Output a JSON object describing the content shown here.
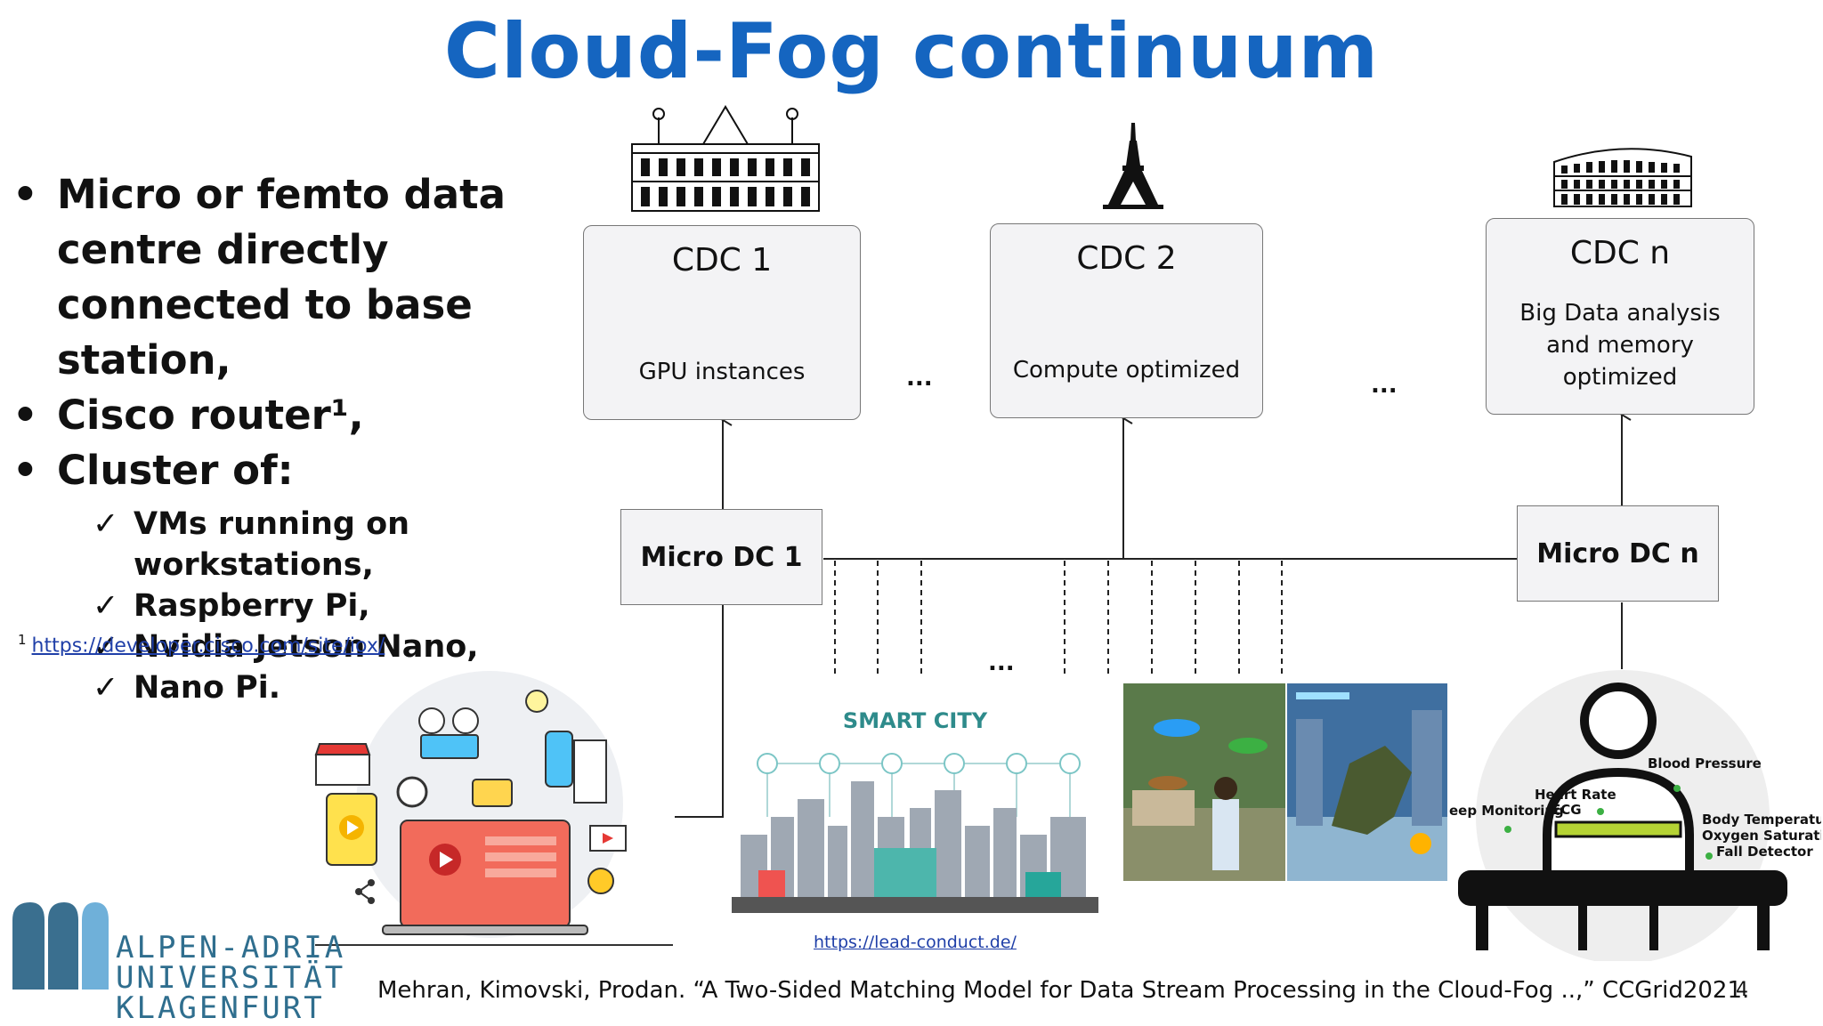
{
  "title": "Cloud-Fog continuum",
  "bullets": [
    {
      "text": "Micro or femto data centre directly connected to base station,"
    },
    {
      "text": "Cisco router¹,"
    },
    {
      "text": "Cluster of:"
    }
  ],
  "bullet_symbol": "•",
  "check_symbol": "✓",
  "checks": [
    "VMs running on workstations,",
    "Raspberry Pi,",
    "Nvidia Jetson Nano,",
    "Nano Pi."
  ],
  "footnote": {
    "marker": "1",
    "url": "https://developer.cisco.com/site/iox/"
  },
  "cdc": [
    {
      "title": "CDC 1",
      "desc": "GPU instances"
    },
    {
      "title": "CDC 2",
      "desc": "Compute optimized"
    },
    {
      "title": "CDC n",
      "desc": "Big Data analysis and memory optimized"
    }
  ],
  "micro": [
    "Micro DC 1",
    "Micro DC n"
  ],
  "ellipsis": "...",
  "smart_city": {
    "label": "SMART CITY"
  },
  "health": {
    "labels": [
      "Blood Pressure",
      "Heart Rate",
      "ECG",
      "eep Monitoring",
      "Body Temperature",
      "Oxygen Saturation",
      "Fall Detector"
    ]
  },
  "lead_url": "https://lead-conduct.de/",
  "credit": "Mehran, Kimovski, Prodan. “A Two-Sided Matching Model for Data Stream Processing in the Cloud-Fog ..,” CCGrid2021.",
  "page_number": "4",
  "logo": {
    "line1": "ALPEN-ADRIA",
    "line2": "UNIVERSITÄT",
    "line3": "KLAGENFURT"
  },
  "colors": {
    "title": "#1565c0",
    "link": "#1f3fa8",
    "logo": "#2f6e8e",
    "box_fill": "#f3f3f5"
  },
  "icons": [
    "palace-icon",
    "eiffel-tower-icon",
    "colosseum-icon",
    "multimedia-icon",
    "vr-gaming-icon",
    "health-person-icon"
  ]
}
